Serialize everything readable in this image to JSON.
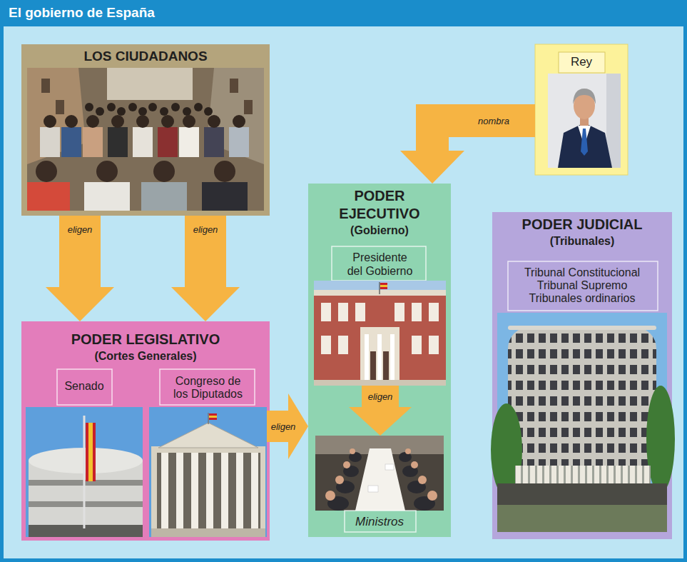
{
  "diagram": {
    "title": "El gobierno de España",
    "nodes": [
      {
        "text": [
          "LOS CIUDADANOS"
        ]
      },
      {
        "text": [
          "Rey"
        ]
      },
      {
        "text": [
          "PODER EJECUTIVO",
          "(Gobierno)"
        ]
      },
      {
        "text": [
          "Presidente del Gobierno"
        ],
        "in": 2
      },
      {
        "text": [
          "Ministros"
        ],
        "in": 2
      },
      {
        "text": [
          "PODER JUDICIAL",
          "(Tribunales)"
        ]
      },
      {
        "text": [
          "Tribunal Constitucional",
          "Tribunal Supremo",
          "Tribunales ordinarios"
        ],
        "in": 5
      },
      {
        "text": [
          "PODER LEGISLATIVO",
          "(Cortes Generales)"
        ]
      },
      {
        "text": [
          "Senado"
        ],
        "in": 7
      },
      {
        "text": [
          "Congreso de los Diputados"
        ],
        "in": 7
      }
    ],
    "edges": [
      {
        "from": 0,
        "to": 7,
        "label": "eligen",
        "arrow": "to"
      },
      {
        "from": 0,
        "to": 7,
        "label": "eligen",
        "arrow": "to"
      },
      {
        "from": 1,
        "to": 2,
        "label": "nombra",
        "arrow": "to"
      },
      {
        "from": 9,
        "to": 2,
        "label": "eligen",
        "arrow": "to"
      },
      {
        "from": 3,
        "to": 4,
        "label": "eligen",
        "arrow": "to"
      }
    ]
  }
}
